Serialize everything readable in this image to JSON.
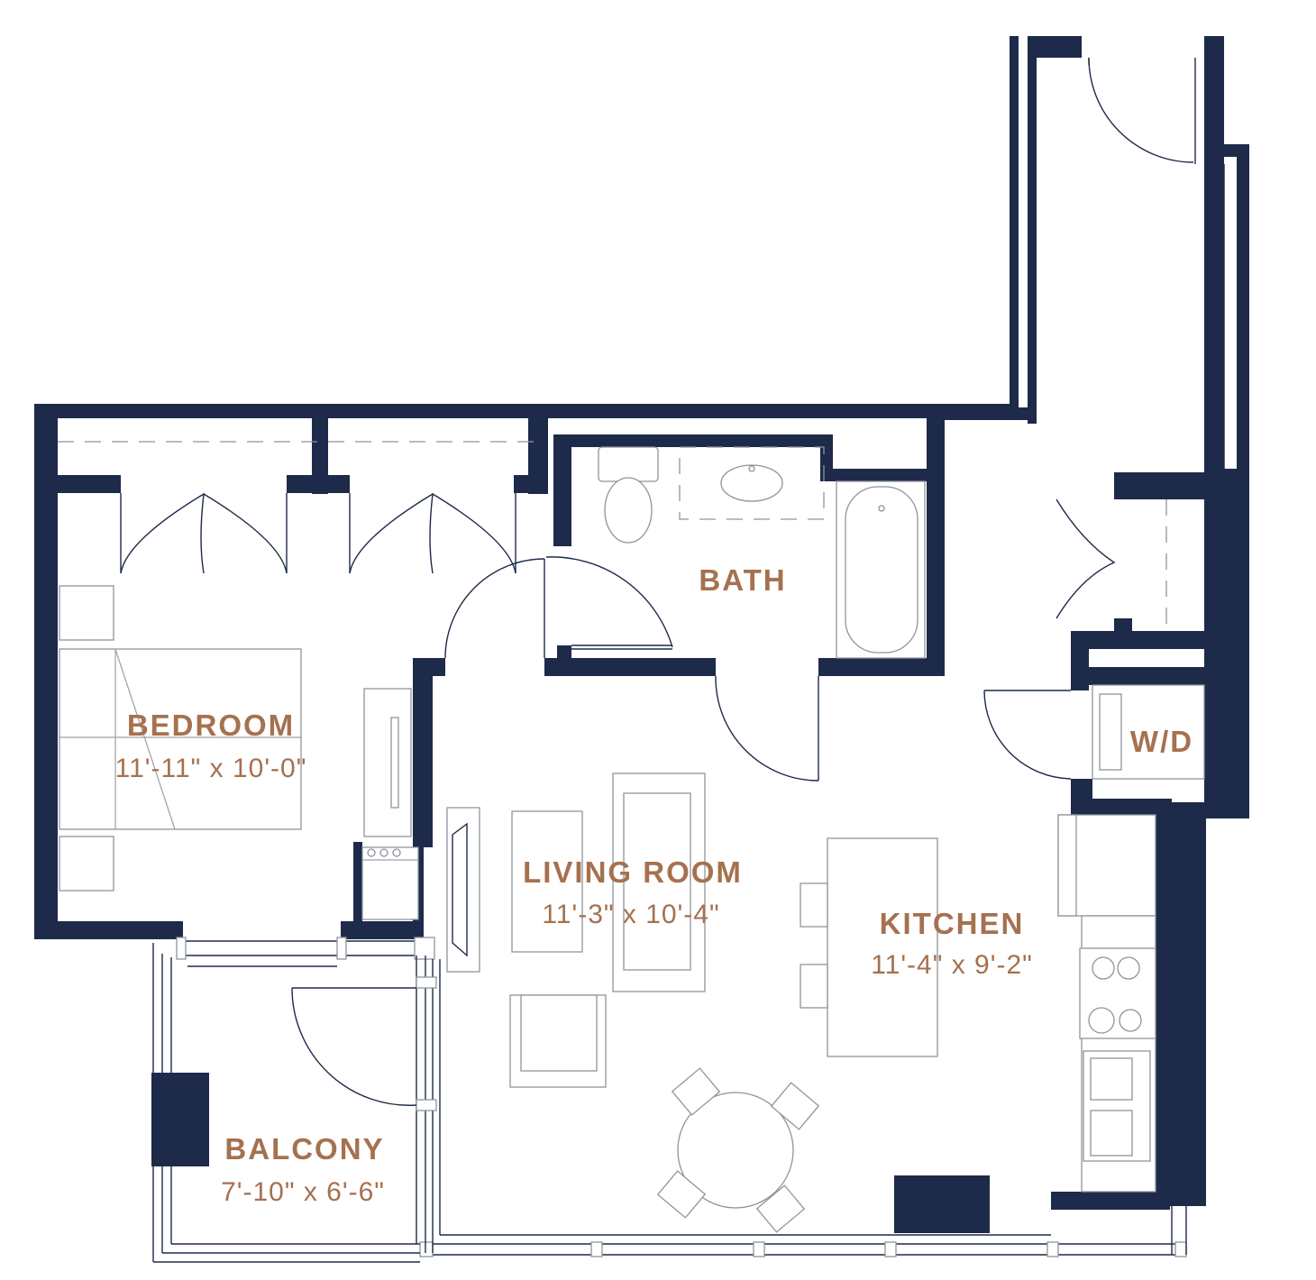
{
  "colors": {
    "wall": "#1d2a4a",
    "label": "#a5714e",
    "fixture_line": "#8e949c"
  },
  "rooms": {
    "bedroom": {
      "name": "BEDROOM",
      "dims": "11'-11\" x 10'-0\""
    },
    "bath": {
      "name": "BATH"
    },
    "living_room": {
      "name": "LIVING ROOM",
      "dims": "11'-3\" x 10'-4\""
    },
    "kitchen": {
      "name": "KITCHEN",
      "dims": "11'-4\" x 9'-2\""
    },
    "balcony": {
      "name": "BALCONY",
      "dims": "7'-10\" x 6'-6\""
    },
    "laundry": {
      "name": "W/D"
    }
  }
}
